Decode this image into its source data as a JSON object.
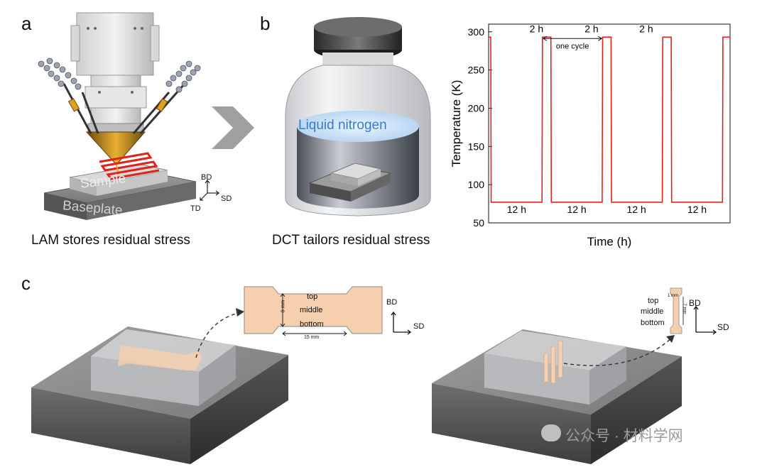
{
  "panel_a": {
    "letter": "a",
    "sample_label": "Sample",
    "baseplate_label": "Baseplate",
    "axis_bd": "BD",
    "axis_sd": "SD",
    "axis_td": "TD",
    "caption": "LAM stores residual stress"
  },
  "panel_b": {
    "letter": "b",
    "liquid_label": "Liquid nitrogen",
    "caption": "DCT tailors residual stress"
  },
  "chart_data": {
    "type": "line",
    "xlabel": "Time (h)",
    "ylabel": "Temperature (K)",
    "ylim": [
      50,
      310
    ],
    "yticks": [
      "300",
      "250",
      "200",
      "150",
      "100",
      "50"
    ],
    "ytick_values": [
      300,
      250,
      200,
      150,
      100,
      50
    ],
    "x": [
      0,
      0.5,
      0.6,
      12.6,
      12.7,
      14.7,
      14.8,
      26.8,
      26.9,
      28.9,
      29.0,
      41.0,
      41.1,
      43.1,
      43.2,
      55.2,
      55.3,
      57.0
    ],
    "series": [
      {
        "color": "#e0221f",
        "values": [
          293,
          293,
          77,
          77,
          293,
          293,
          77,
          77,
          293,
          293,
          77,
          77,
          293,
          293,
          77,
          77,
          293,
          293
        ]
      }
    ],
    "annotations": {
      "high_labels": [
        "2 h",
        "2 h",
        "2 h"
      ],
      "low_labels": [
        "12 h",
        "12 h",
        "12 h",
        "12 h"
      ],
      "cycle_label": "one cycle"
    },
    "grid": false
  },
  "panel_c": {
    "letter": "c",
    "left_specimen": {
      "top": "top",
      "middle": "middle",
      "bottom": "bottom",
      "width_dim": "8 mm",
      "length_dim": "15 mm",
      "axis_bd": "BD",
      "axis_sd": "SD"
    },
    "right_specimen": {
      "top": "top",
      "middle": "middle",
      "bottom": "bottom",
      "width_dim": "1 mm",
      "length_dim": "7 mm",
      "axis_bd": "BD",
      "axis_sd": "SD"
    }
  },
  "watermark": "公众号 · 材料学网",
  "colors": {
    "laser_red": "#e0221f",
    "liquid_blue": "#3a7bc8",
    "specimen_peach": "#f6cfae",
    "arrow_gray": "#a0a0a0"
  }
}
